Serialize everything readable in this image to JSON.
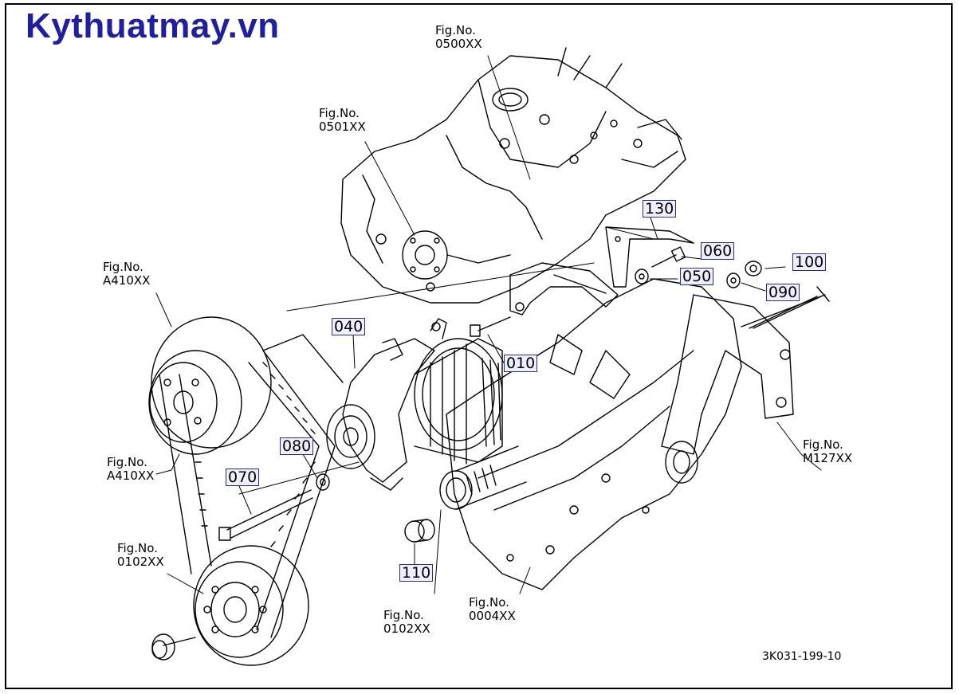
{
  "brand": {
    "logo_text": "Kythuatmay.vn",
    "color": "#1f1fa0"
  },
  "drawing_code": "3K031-199-10",
  "figure_refs": [
    {
      "id": "ref-0500",
      "label": "Fig.No.",
      "code": "0500XX"
    },
    {
      "id": "ref-0501",
      "label": "Fig.No.",
      "code": "0501XX"
    },
    {
      "id": "ref-a410-top",
      "label": "Fig.No.",
      "code": "A410XX"
    },
    {
      "id": "ref-a410-bottom",
      "label": "Fig.No.",
      "code": "A410XX"
    },
    {
      "id": "ref-0102-left",
      "label": "Fig.No.",
      "code": "0102XX"
    },
    {
      "id": "ref-0102-center",
      "label": "Fig.No.",
      "code": "0102XX"
    },
    {
      "id": "ref-0004",
      "label": "Fig.No.",
      "code": "0004XX"
    },
    {
      "id": "ref-m127",
      "label": "Fig.No.",
      "code": "M127XX"
    }
  ],
  "part_numbers": [
    "130",
    "060",
    "100",
    "050",
    "090",
    "040",
    "010",
    "080",
    "070",
    "110"
  ],
  "colors": {
    "highlight_border": "#2b2b80",
    "highlight_fill": "#eef0ff",
    "line": "#000000"
  }
}
